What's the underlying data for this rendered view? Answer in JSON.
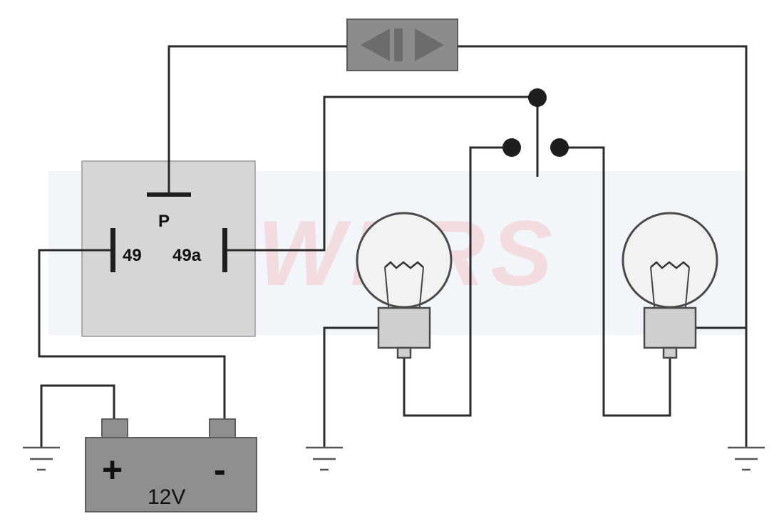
{
  "relay": {
    "terminal_p": "P",
    "terminal_49": "49",
    "terminal_49a": "49a"
  },
  "battery": {
    "plus": "+",
    "minus": "-",
    "voltage": "12V"
  },
  "watermark": "BOWERS",
  "colors": {
    "wire": "#2b2b2b",
    "relay_box": "#d6d6d6",
    "battery": "#8f8f8f",
    "indicator_lamp": "#8c8c8c",
    "terminal": "#1e1e1e",
    "watermark_tint": "#e9eef6"
  },
  "icons": {
    "indicator": [
      "left-arrow-icon",
      "right-arrow-icon"
    ],
    "lamps": [
      "bulb-icon",
      "bulb-icon"
    ],
    "grounds": [
      "ground-icon",
      "ground-icon",
      "ground-icon"
    ]
  }
}
